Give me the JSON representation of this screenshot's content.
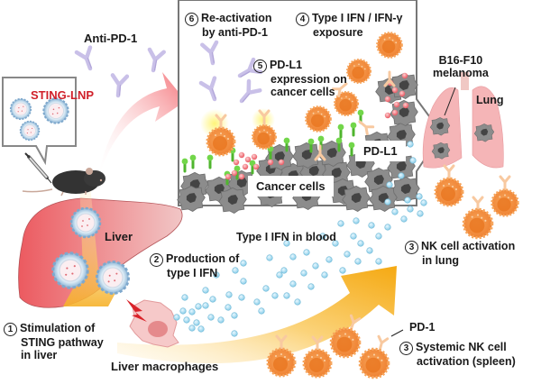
{
  "figure": {
    "title": "STING-LNP mediated NK cell activation and anti-PD-1 combination therapy against B16-F10 lung metastasis"
  },
  "labels": {
    "anti_pd1": "Anti-PD-1",
    "sting_lnp": "STING-LNP",
    "liver": "Liver",
    "liver_macrophages": "Liver macrophages",
    "type1_ifn_blood": "Type I IFN in blood",
    "pd1": "PD-1",
    "pd_l1": "PD-L1",
    "cancer_cells": "Cancer cells",
    "lung": "Lung",
    "melanoma": [
      "B16-F10",
      "melanoma"
    ]
  },
  "steps": [
    {
      "num": "1",
      "lines": [
        "Stimulation of",
        "STING pathway",
        "in liver"
      ]
    },
    {
      "num": "2",
      "lines": [
        "Production of",
        "type I IFN"
      ]
    },
    {
      "num": "3",
      "lines": [
        "NK cell activation",
        "in lung"
      ]
    },
    {
      "num": "3",
      "lines": [
        "Systemic NK cell",
        "activation (spleen)"
      ]
    },
    {
      "num": "4",
      "lines": [
        "Type I IFN / IFN-γ",
        "exposure"
      ]
    },
    {
      "num": "5",
      "lines": [
        "PD-L1",
        "expression on",
        "cancer cells"
      ]
    },
    {
      "num": "6",
      "lines": [
        "Re-activation",
        "by anti-PD-1"
      ]
    }
  ],
  "colors": {
    "sting_text": "#d0202a",
    "nk_cell": "#f08a3c",
    "ifn_dot": "#9fd8ee",
    "pdl1": "#5cc43a",
    "antibody": "#c7bde6",
    "red_dot": "#ef7f86",
    "cancer_cell": "#8a8a8a",
    "yellow_arrow": "#f7b731",
    "red_arrow": "#f47f84",
    "liver": "#e66a6f",
    "lung": "#f4b4b6"
  }
}
